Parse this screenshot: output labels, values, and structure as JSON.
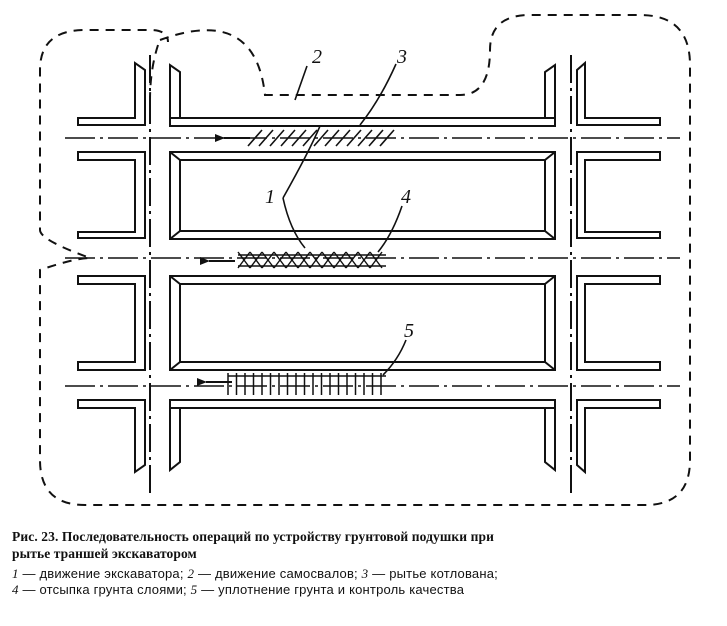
{
  "diagram": {
    "labels": {
      "l1": "1",
      "l2": "2",
      "l3": "3",
      "l4": "4",
      "l5": "5"
    }
  },
  "caption": {
    "title_line1": "Рис. 23. Последовательность операций по устройству грунтовой подушки при",
    "title_line2": "рытье траншей экскаватором",
    "legend": [
      {
        "num": "1",
        "text": " — движение экскаватора; "
      },
      {
        "num": "2",
        "text": " — движение самосвалов; "
      },
      {
        "num": "3",
        "text": " — рытье котлована;"
      },
      {
        "num": "4",
        "text": " — отсыпка грунта слоями; "
      },
      {
        "num": "5",
        "text": " — уплотнение грунта и контроль качества"
      }
    ]
  }
}
